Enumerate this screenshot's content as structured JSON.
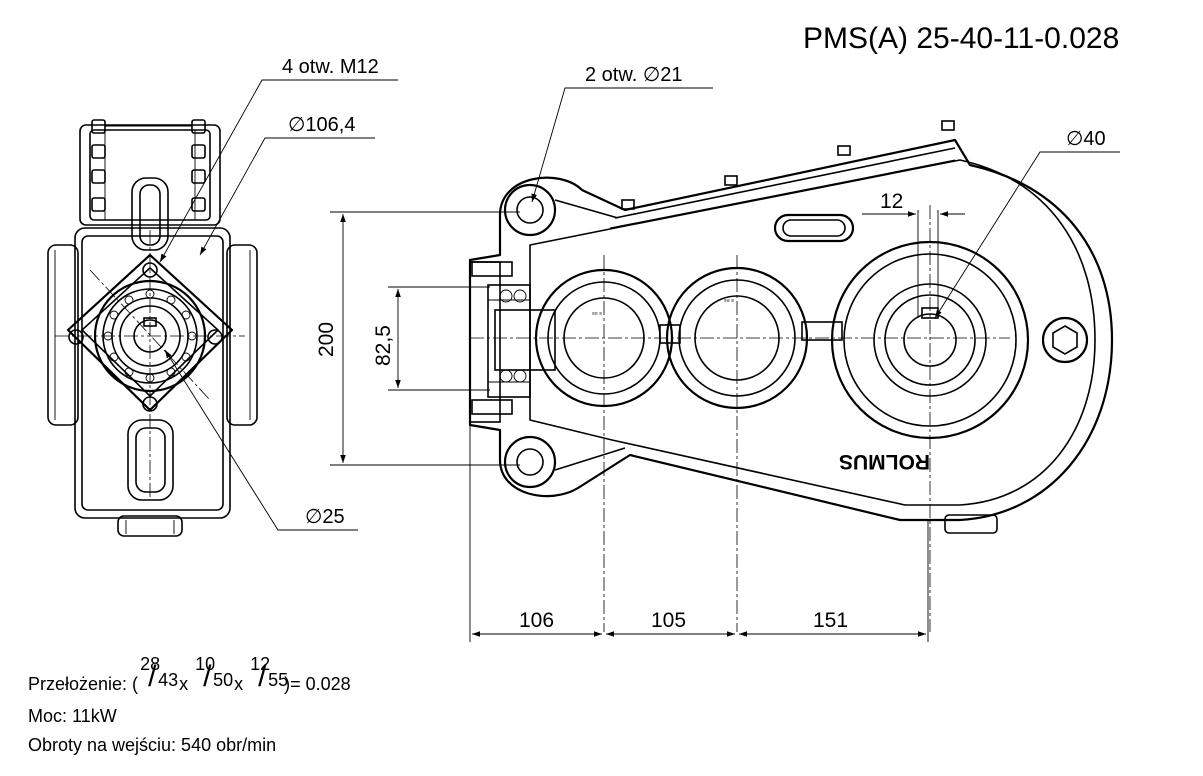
{
  "title": "PMS(A) 25-40-11-0.028",
  "labels": {
    "holes_m12": "4 otw. M12",
    "dia_106": "∅106,4",
    "dia_25": "∅25",
    "holes_21": "2 otw.  ∅21",
    "dia_40": "∅40",
    "dim_12": "12",
    "dim_200": "200",
    "dim_82": "82,5",
    "dim_106": "106",
    "dim_105": "105",
    "dim_151": "151"
  },
  "logo": "ROLMUS",
  "ratio": {
    "prefix": "Przełożenie: (",
    "f1_num": "28",
    "f1_den": "43",
    "f2_num": "10",
    "f2_den": "50",
    "f3_num": "12",
    "f3_den": "55",
    "times": "x",
    "result": ")= 0.028"
  },
  "power": "Moc: 11kW",
  "speed": "Obroty na wejściu: 540 obr/min"
}
